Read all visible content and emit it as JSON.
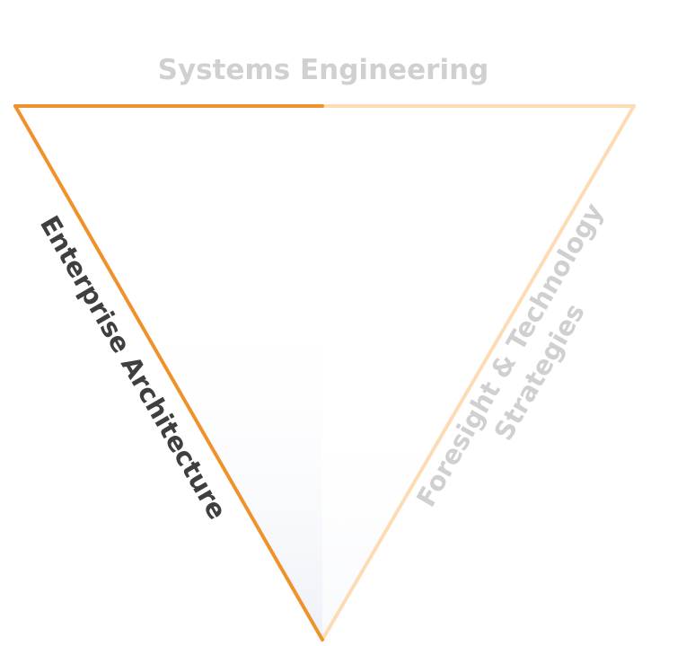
{
  "diagram": {
    "top_label": "Systems Engineering",
    "left_label": "Enterprise Architecture",
    "right_label_line1": "Foresight & Technology",
    "right_label_line2": "Strategies"
  },
  "colors": {
    "left_edge": "#F0922B",
    "top_edge_left": "#F0922B",
    "top_edge_right": "#FDDCB5",
    "right_edge": "#FDDCB5",
    "active_label": "#3F3F3F",
    "inactive_label": "#D0D0D0",
    "fill_tint": "#EEF1F8"
  }
}
